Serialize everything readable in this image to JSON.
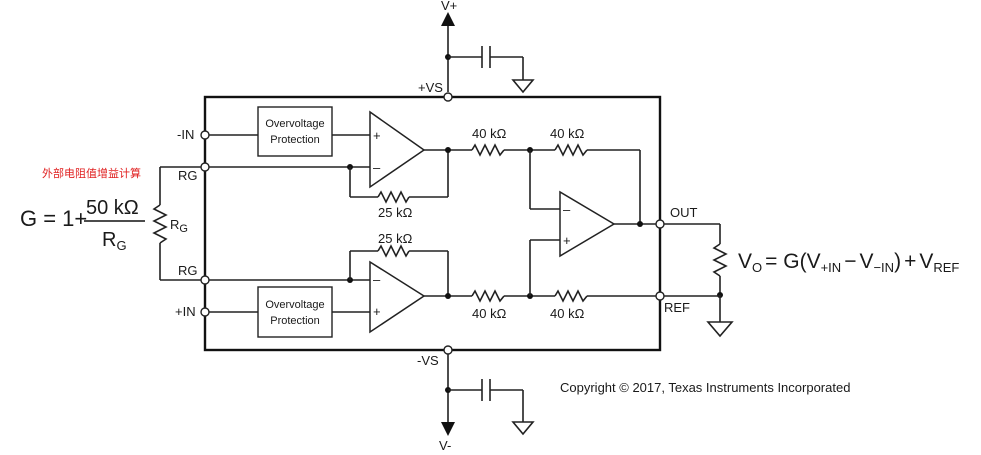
{
  "supplies": {
    "vplus": "V+",
    "vminus": "V-",
    "pos_pin": "+VS",
    "neg_pin": "-VS"
  },
  "pins": {
    "inn": "-IN",
    "inp": "+IN",
    "rg_top": "RG",
    "rg_bottom": "RG",
    "out": "OUT",
    "ref": "REF"
  },
  "blocks": {
    "ovp_line1": "Overvoltage",
    "ovp_line2": "Protection"
  },
  "resistors": {
    "r_top_in": "40 kΩ",
    "r_top_fb": "40 kΩ",
    "r_bot_in": "40 kΩ",
    "r_bot_ref": "40 kΩ",
    "r_fb_top": "25 kΩ",
    "r_fb_bottom": "25 kΩ",
    "rg_main": "R",
    "rg_sub": "G"
  },
  "amp_signs": {
    "plus": "+",
    "minus": "–"
  },
  "annotation": "外部电阻值增益计算",
  "gain_formula": {
    "lhs": "G = 1+",
    "numerator": "50 kΩ",
    "den_main": "R",
    "den_sub": "G"
  },
  "output_formula": {
    "v": "V",
    "o_sub": "O",
    "eq": "= G",
    "lparen": "(",
    "v1": "V",
    "in_plus_sub": "+IN",
    "minus": "−",
    "v2": "V",
    "in_minus_sub": "−IN",
    "rparen": ")",
    "plus": "+",
    "v3": "V",
    "ref_sub": "REF"
  },
  "copyright": "Copyright © 2017, Texas Instruments Incorporated"
}
